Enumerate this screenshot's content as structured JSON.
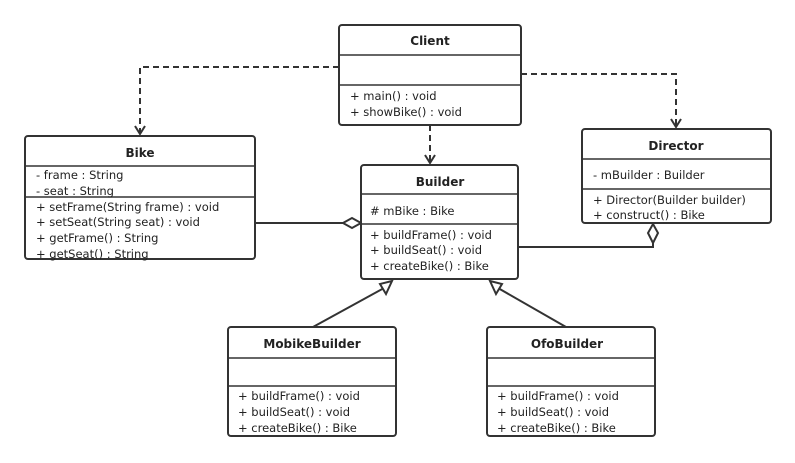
{
  "classes": {
    "client": {
      "name": "Client",
      "attributes": [],
      "methods": [
        "+ main() : void",
        "+ showBike() : void"
      ]
    },
    "bike": {
      "name": "Bike",
      "attributes": [
        "- frame : String",
        "- seat : String"
      ],
      "methods": [
        "+ setFrame(String frame) : void",
        "+ setSeat(String seat) : void",
        "+ getFrame() : String",
        "+ getSeat() : String"
      ]
    },
    "builder": {
      "name": "Builder",
      "attributes": [
        "# mBike : Bike"
      ],
      "methods": [
        "+ buildFrame() : void",
        "+ buildSeat() : void",
        "+ createBike() : Bike"
      ]
    },
    "director": {
      "name": "Director",
      "attributes": [
        "- mBuilder : Builder"
      ],
      "methods": [
        "+ Director(Builder builder)",
        "+ construct() : Bike"
      ]
    },
    "mobike": {
      "name": "MobikeBuilder",
      "attributes": [],
      "methods": [
        "+ buildFrame() : void",
        "+ buildSeat() : void",
        "+ createBike() : Bike"
      ]
    },
    "ofo": {
      "name": "OfoBuilder",
      "attributes": [],
      "methods": [
        "+ buildFrame() : void",
        "+ buildSeat() : void",
        "+ createBike() : Bike"
      ]
    }
  },
  "relations": [
    {
      "type": "dependency",
      "from": "Client",
      "to": "Bike"
    },
    {
      "type": "dependency",
      "from": "Client",
      "to": "Builder"
    },
    {
      "type": "dependency",
      "from": "Client",
      "to": "Director"
    },
    {
      "type": "aggregation",
      "whole": "Builder",
      "part": "Bike"
    },
    {
      "type": "aggregation",
      "whole": "Director",
      "part": "Builder"
    },
    {
      "type": "generalization",
      "from": "MobikeBuilder",
      "to": "Builder"
    },
    {
      "type": "generalization",
      "from": "OfoBuilder",
      "to": "Builder"
    }
  ]
}
